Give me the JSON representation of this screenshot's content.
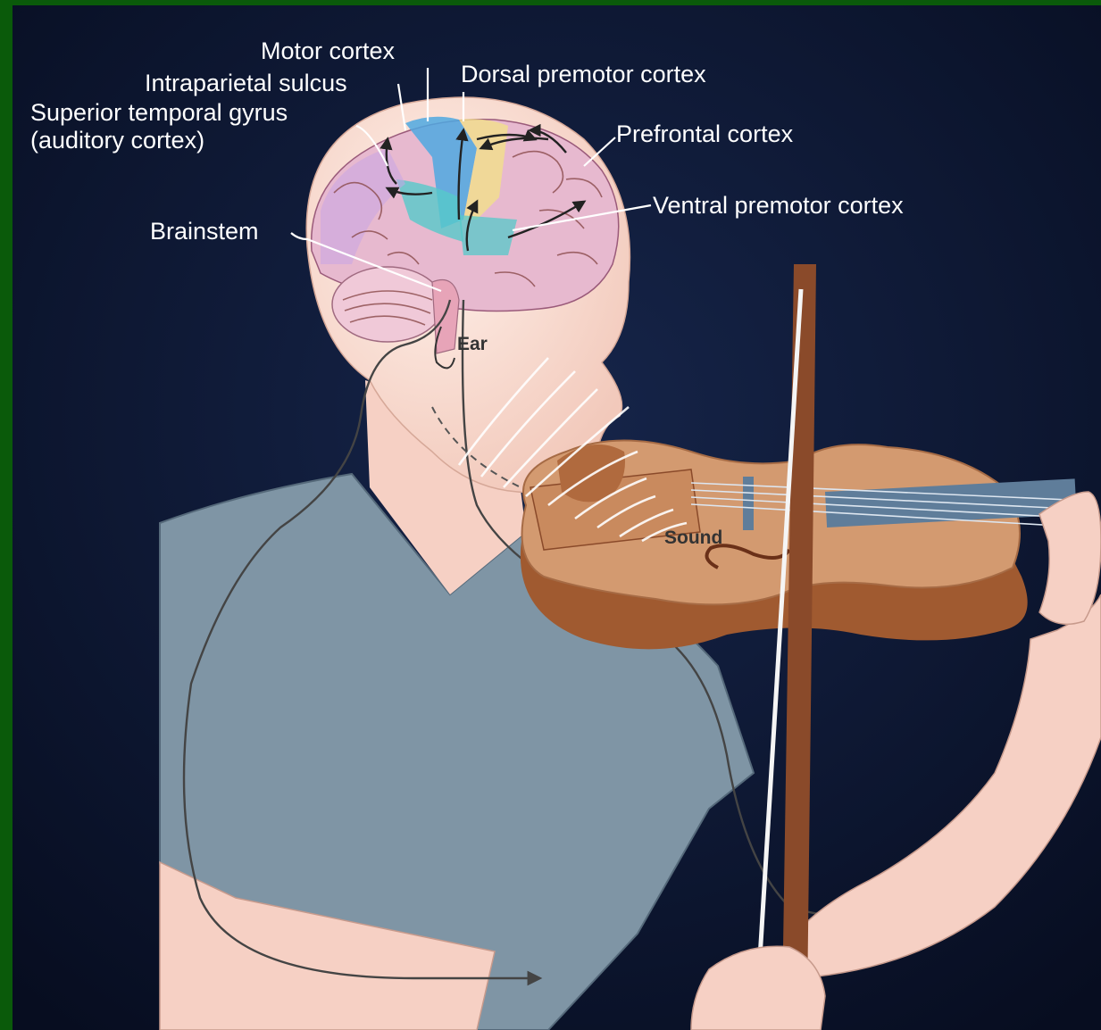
{
  "labels": {
    "motor_cortex": "Motor cortex",
    "intraparietal_sulcus": "Intraparietal sulcus",
    "superior_temporal_gyrus": "Superior temporal gyrus",
    "auditory_cortex": "(auditory cortex)",
    "dorsal_premotor_cortex": "Dorsal premotor cortex",
    "prefrontal_cortex": "Prefrontal cortex",
    "ventral_premotor_cortex": "Ventral premotor cortex",
    "brainstem": "Brainstem",
    "ear": "Ear",
    "sound": "Sound"
  },
  "colors": {
    "background": "#0b1530",
    "frame": "#0a5a0a",
    "skin": "#f6d0c4",
    "shirt": "#7f95a5",
    "brain": "#e7b9cf",
    "violin": "#c98a5e",
    "bow": "#8a4a2a",
    "motor_cortex": "#4fa8e0",
    "premotor": "#f2e08a",
    "auditory": "#56c9c9"
  }
}
